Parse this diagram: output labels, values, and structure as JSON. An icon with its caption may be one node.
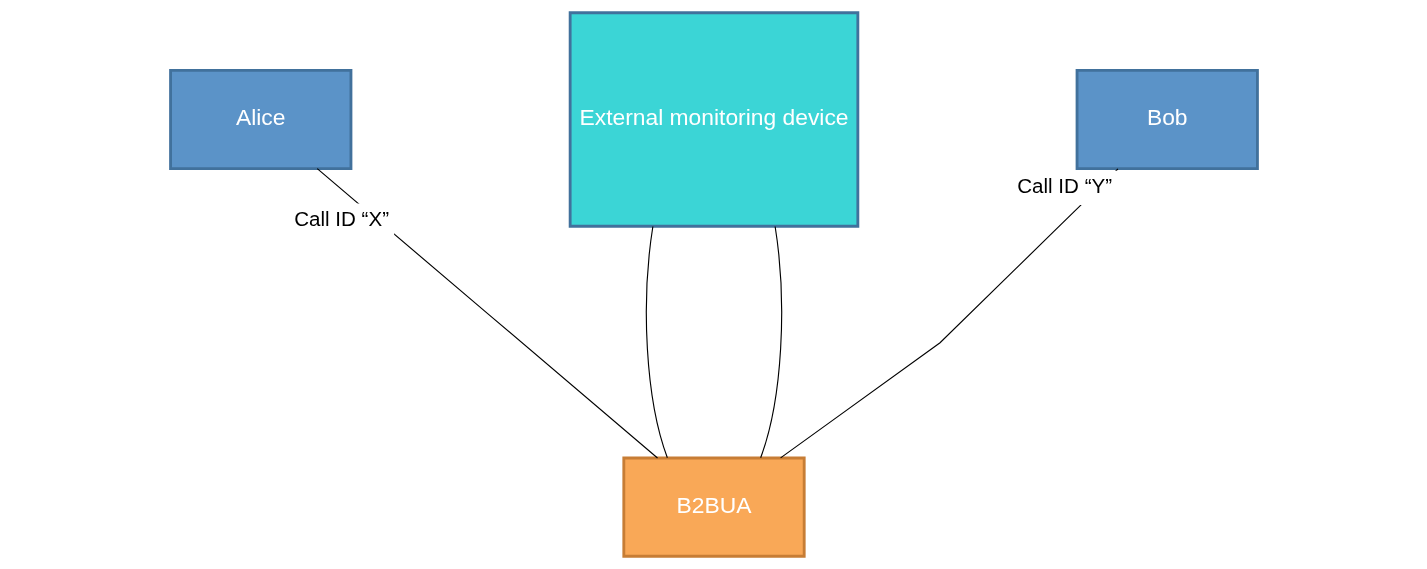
{
  "diagram": {
    "nodes": [
      {
        "text": [
          "External monitoring device"
        ]
      },
      {
        "text": [
          "Alice"
        ]
      },
      {
        "text": [
          "Bob"
        ]
      },
      {
        "text": [
          "B2BUA"
        ]
      }
    ],
    "edges": [
      {
        "from": 1,
        "to": 3,
        "arrow": "none",
        "label": "Call ID “X”"
      },
      {
        "from": 2,
        "to": 3,
        "arrow": "none",
        "label": "Call ID “Y”"
      },
      {
        "from": 0,
        "to": 3,
        "arrow": "none"
      },
      {
        "from": 0,
        "to": 3,
        "arrow": "none"
      }
    ]
  }
}
